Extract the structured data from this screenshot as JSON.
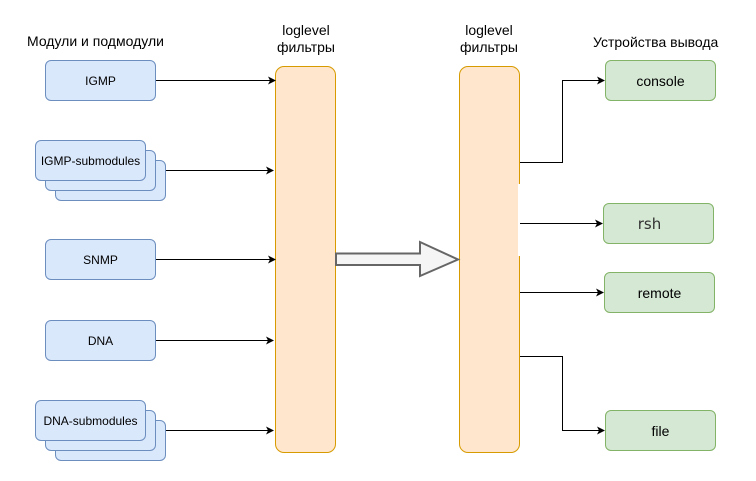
{
  "headings": {
    "modules": "Модули и подмодули",
    "filter_left_line1": "loglevel",
    "filter_left_line2": "фильтры",
    "filter_right_line1": "loglevel",
    "filter_right_line2": "фильтры",
    "outputs": "Устройства вывода"
  },
  "modules": [
    {
      "label": "IGMP",
      "stacked": false
    },
    {
      "label": "IGMP-submodules",
      "stacked": true
    },
    {
      "label": "SNMP",
      "stacked": false
    },
    {
      "label": "DNA",
      "stacked": false
    },
    {
      "label": "DNA-submodules",
      "stacked": true
    }
  ],
  "outputs": [
    {
      "label": "console"
    },
    {
      "label": "rsh"
    },
    {
      "label": "remote"
    },
    {
      "label": "file"
    }
  ],
  "colors": {
    "module_fill": "#dae8fc",
    "module_stroke": "#6c8ebf",
    "filter_fill": "#ffe6cc",
    "filter_stroke": "#d79b00",
    "output_fill": "#d5e8d4",
    "output_stroke": "#82b366",
    "big_arrow_fill": "#f5f5f5",
    "big_arrow_stroke": "#666666"
  }
}
